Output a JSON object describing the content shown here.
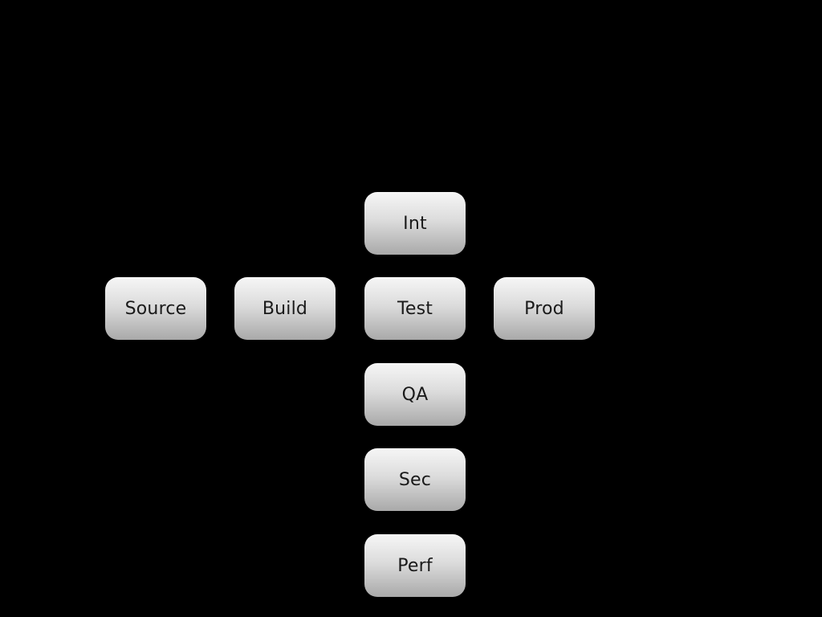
{
  "diagram": {
    "nodes": {
      "source": "Source",
      "build": "Build",
      "test": "Test",
      "prod": "Prod",
      "int": "Int",
      "qa": "QA",
      "sec": "Sec",
      "perf": "Perf"
    }
  }
}
